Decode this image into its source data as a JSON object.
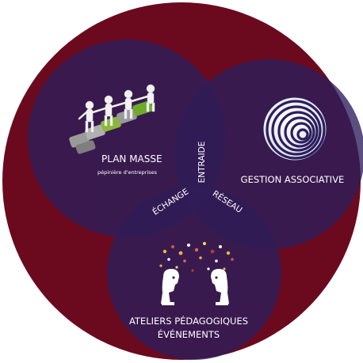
{
  "colors": {
    "outer_circle": "#6b0a1e",
    "circle_fill": "#2b1e5c",
    "overlap_fill": "#352a6e",
    "text": "#ffffff"
  },
  "circles": {
    "plan_masse": {
      "title": "PLAN MASSE",
      "subtitle": "pépinière d'entreprises",
      "icon": "people-puzzle-icon"
    },
    "gestion": {
      "title": "GESTION ASSOCIATIVE",
      "icon": "striped-sphere-icon"
    },
    "ateliers": {
      "title_line1": "ATELIERS PÉDAGOGIQUES",
      "title_line2": "ÉVÉNEMENTS",
      "icon": "heads-exchange-icon"
    }
  },
  "links": {
    "entraide": "ENTRAIDE",
    "echange": "ÉCHANGE",
    "reseau": "RÉSEAU"
  }
}
